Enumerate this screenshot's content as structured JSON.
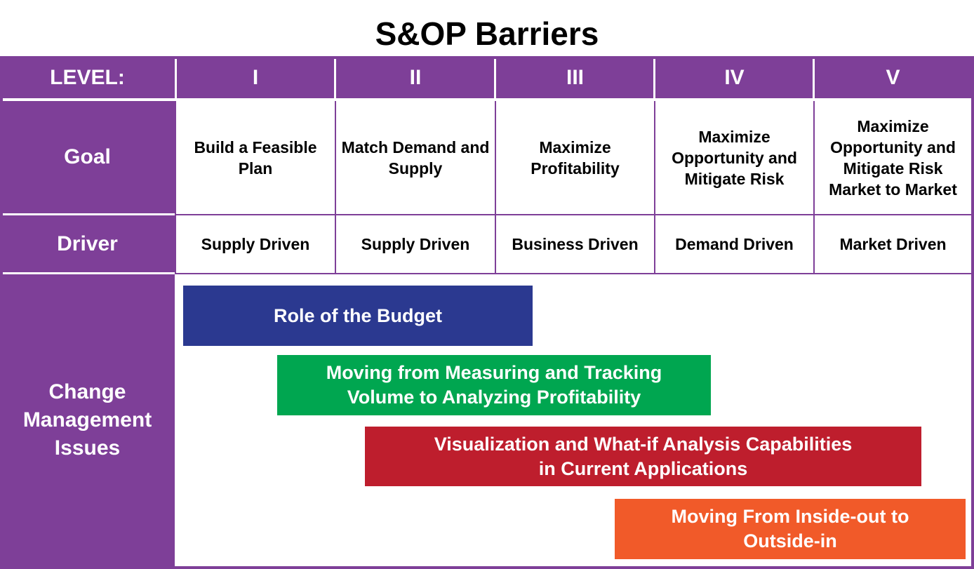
{
  "title": "S&OP Barriers",
  "colors": {
    "purple": "#7e3f98",
    "blue": "#2b3990",
    "green": "#00a650",
    "red": "#be1e2d",
    "orange": "#f15a29"
  },
  "header": {
    "level_label": "LEVEL:",
    "levels": [
      "I",
      "II",
      "III",
      "IV",
      "V"
    ]
  },
  "rows": {
    "goal": {
      "label": "Goal",
      "cells": [
        "Build a Feasible Plan",
        "Match Demand and Supply",
        "Maximize Profitability",
        "Maximize Opportunity and Mitigate Risk",
        "Maximize Opportunity and Mitigate Risk Market to Market"
      ]
    },
    "driver": {
      "label": "Driver",
      "cells": [
        "Supply Driven",
        "Supply Driven",
        "Business Driven",
        "Demand Driven",
        "Market Driven"
      ]
    },
    "change": {
      "label": "Change Management Issues"
    }
  },
  "issues": [
    {
      "line1": "Role of the Budget",
      "line2": ""
    },
    {
      "line1": "Moving from Measuring and Tracking",
      "line2": "Volume to Analyzing Profitability"
    },
    {
      "line1": "Visualization and What-if Analysis Capabilities",
      "line2": "in Current Applications"
    },
    {
      "line1": "Moving From Inside-out  to",
      "line2": "Outside-in"
    }
  ]
}
